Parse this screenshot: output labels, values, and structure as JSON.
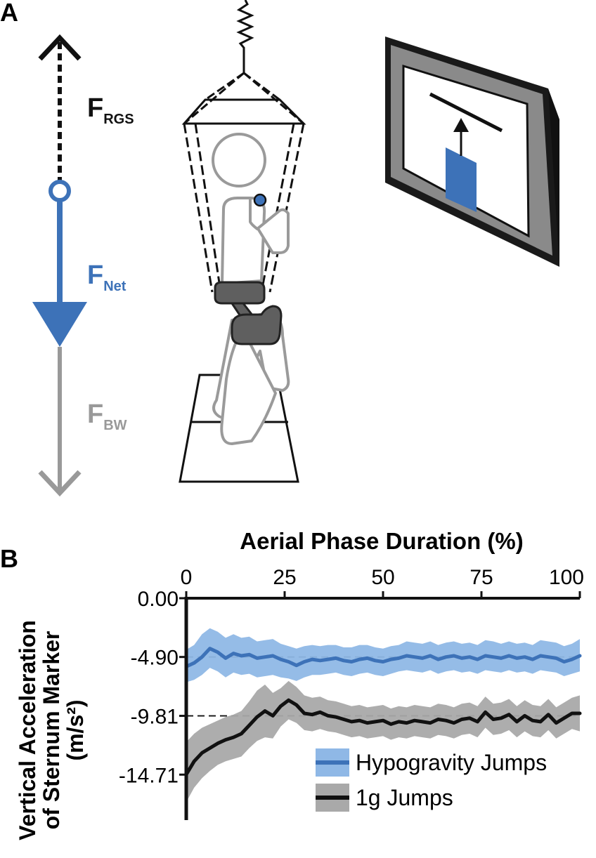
{
  "panel_a": {
    "label": "A",
    "forces": [
      {
        "main": "F",
        "sub": "RGS",
        "color": "#111111"
      },
      {
        "main": "F",
        "sub": "Net",
        "color": "#3d72b8"
      },
      {
        "main": "F",
        "sub": "BW",
        "color": "#999999"
      }
    ],
    "colors": {
      "rgs": "#111111",
      "net": "#3d72b8",
      "bw": "#999999",
      "figure": "#9a9a9a",
      "harness": "#5f5f5f",
      "screen_frame": "#111111",
      "screen_bar": "#3d72b8"
    }
  },
  "chart_data": {
    "panel_label": "B",
    "type": "line",
    "xlabel": "Aerial Phase Duration (%)",
    "xlim": [
      0,
      100
    ],
    "x_ticks": [
      "0",
      "25",
      "50",
      "75",
      "100"
    ],
    "x_tick_values": [
      0,
      25,
      50,
      75,
      100
    ],
    "x_axis_position": "top",
    "ylabel_lines": [
      "Vertical Acceleration",
      "of Sternum Marker",
      "(m/s²)"
    ],
    "ylim": [
      -18.5,
      0
    ],
    "y_ticks": [
      "0.00",
      "-4.90",
      "-9.81",
      "-14.71"
    ],
    "y_tick_values": [
      0,
      -4.9,
      -9.81,
      -14.71
    ],
    "reference_lines": [
      -4.9,
      -9.81
    ],
    "legend_position": "bottom-right",
    "x": [
      0,
      2,
      4,
      6,
      8,
      10,
      12,
      14,
      16,
      18,
      20,
      22,
      24,
      26,
      28,
      30,
      32,
      34,
      36,
      38,
      40,
      42,
      44,
      46,
      48,
      50,
      52,
      54,
      56,
      58,
      60,
      62,
      64,
      66,
      68,
      70,
      72,
      74,
      76,
      78,
      80,
      82,
      84,
      86,
      88,
      90,
      92,
      94,
      96,
      98,
      100
    ],
    "series": [
      {
        "name": "Hypogravity Jumps",
        "color": "#3d72b8",
        "band_color": "#8fb8e6",
        "mean": [
          -5.7,
          -5.4,
          -4.9,
          -4.2,
          -4.5,
          -5.0,
          -4.6,
          -4.8,
          -4.7,
          -5.0,
          -4.9,
          -4.8,
          -5.1,
          -5.3,
          -5.6,
          -5.3,
          -5.1,
          -5.2,
          -5.1,
          -5.0,
          -5.2,
          -5.3,
          -5.1,
          -5.0,
          -5.2,
          -5.3,
          -5.1,
          -5.0,
          -4.8,
          -4.9,
          -5.0,
          -4.8,
          -5.1,
          -4.9,
          -4.8,
          -5.0,
          -4.9,
          -5.1,
          -4.8,
          -4.9,
          -5.0,
          -4.8,
          -5.0,
          -4.9,
          -5.1,
          -4.8,
          -4.9,
          -5.0,
          -5.3,
          -5.1,
          -4.8
        ],
        "upper": [
          -4.3,
          -3.9,
          -3.0,
          -2.5,
          -2.8,
          -3.3,
          -3.0,
          -3.3,
          -3.2,
          -3.6,
          -3.5,
          -3.4,
          -3.8,
          -4.0,
          -4.2,
          -4.0,
          -3.9,
          -4.0,
          -3.9,
          -3.9,
          -4.1,
          -4.1,
          -3.9,
          -3.9,
          -4.1,
          -4.2,
          -4.0,
          -3.9,
          -3.6,
          -3.7,
          -3.8,
          -3.6,
          -3.9,
          -3.7,
          -3.6,
          -3.8,
          -3.7,
          -3.9,
          -3.5,
          -3.6,
          -3.8,
          -3.6,
          -3.8,
          -3.7,
          -3.9,
          -3.5,
          -3.6,
          -3.7,
          -4.0,
          -3.8,
          -3.4
        ],
        "lower": [
          -7.0,
          -6.8,
          -6.4,
          -5.8,
          -6.1,
          -6.6,
          -6.2,
          -6.4,
          -6.3,
          -6.6,
          -6.5,
          -6.4,
          -6.6,
          -6.7,
          -6.9,
          -6.6,
          -6.4,
          -6.4,
          -6.3,
          -6.2,
          -6.4,
          -6.5,
          -6.3,
          -6.2,
          -6.4,
          -6.5,
          -6.3,
          -6.1,
          -6.0,
          -6.1,
          -6.2,
          -6.0,
          -6.3,
          -6.1,
          -6.0,
          -6.2,
          -6.1,
          -6.3,
          -6.0,
          -6.1,
          -6.2,
          -6.0,
          -6.2,
          -6.1,
          -6.3,
          -6.0,
          -6.1,
          -6.2,
          -6.5,
          -6.3,
          -6.1
        ]
      },
      {
        "name": "1g Jumps",
        "color": "#111111",
        "band_color": "#a9a9a9",
        "mean": [
          -14.7,
          -13.6,
          -12.9,
          -12.5,
          -12.1,
          -11.8,
          -11.6,
          -11.3,
          -10.6,
          -9.9,
          -9.4,
          -9.8,
          -9.0,
          -8.5,
          -8.9,
          -9.6,
          -9.7,
          -9.5,
          -9.8,
          -9.9,
          -10.1,
          -10.3,
          -10.2,
          -10.4,
          -10.3,
          -10.2,
          -10.5,
          -10.3,
          -10.4,
          -10.2,
          -10.3,
          -10.4,
          -10.1,
          -10.2,
          -10.4,
          -10.1,
          -10.0,
          -10.3,
          -9.5,
          -10.1,
          -10.0,
          -9.7,
          -10.3,
          -9.8,
          -10.2,
          -10.3,
          -9.7,
          -10.4,
          -10.0,
          -9.6,
          -9.6
        ],
        "upper": [
          -12.0,
          -11.3,
          -10.8,
          -10.5,
          -10.2,
          -9.9,
          -9.7,
          -9.4,
          -8.6,
          -7.7,
          -7.2,
          -7.9,
          -7.5,
          -6.9,
          -7.4,
          -8.1,
          -8.3,
          -8.2,
          -8.5,
          -8.6,
          -8.8,
          -9.0,
          -8.9,
          -9.1,
          -9.0,
          -8.9,
          -9.2,
          -9.0,
          -9.1,
          -8.9,
          -9.0,
          -9.1,
          -8.8,
          -8.9,
          -9.1,
          -8.8,
          -8.7,
          -9.0,
          -8.2,
          -8.8,
          -8.7,
          -8.4,
          -9.0,
          -8.5,
          -8.9,
          -9.0,
          -8.4,
          -9.1,
          -8.7,
          -8.3,
          -8.1
        ],
        "lower": [
          -17.0,
          -15.8,
          -15.0,
          -14.4,
          -13.9,
          -13.6,
          -13.4,
          -13.2,
          -12.5,
          -11.9,
          -11.6,
          -11.7,
          -10.7,
          -10.1,
          -10.4,
          -11.0,
          -11.1,
          -10.9,
          -11.1,
          -11.2,
          -11.4,
          -11.6,
          -11.5,
          -11.7,
          -11.6,
          -11.5,
          -11.8,
          -11.6,
          -11.7,
          -11.5,
          -11.6,
          -11.7,
          -11.4,
          -11.5,
          -11.7,
          -11.4,
          -11.3,
          -11.6,
          -10.8,
          -11.4,
          -11.3,
          -11.0,
          -11.6,
          -11.1,
          -11.5,
          -11.6,
          -11.0,
          -11.7,
          -11.3,
          -10.9,
          -11.1
        ]
      }
    ]
  }
}
